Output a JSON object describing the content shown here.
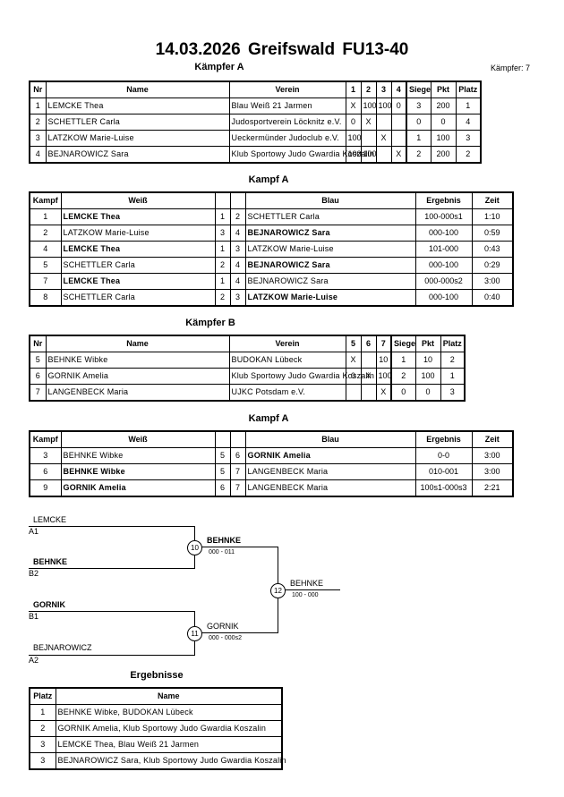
{
  "title": "14.03.2026  Greifswald   FU13-40",
  "pool_a": {
    "heading": "Kämpfer A",
    "count": "Kämpfer: 7",
    "headers": [
      "Nr",
      "Name",
      "Verein",
      "1",
      "2",
      "3",
      "4",
      "Siege",
      "Pkt",
      "Platz"
    ],
    "rows": [
      [
        "1",
        "LEMCKE Thea",
        "Blau Weiß 21 Jarmen",
        "X",
        "100",
        "100",
        "0",
        "3",
        "200",
        "1"
      ],
      [
        "2",
        "SCHETTLER Carla",
        "Judosportverein Löcknitz e.V.",
        "0",
        "X",
        "",
        "",
        "0",
        "0",
        "4"
      ],
      [
        "3",
        "LATZKOW Marie-Luise",
        "Ueckermünder Judoclub e.V.",
        "100",
        "",
        "X",
        "",
        "1",
        "100",
        "3"
      ],
      [
        "4",
        "BEJNAROWICZ  Sara",
        "Klub Sportowy Judo Gwardia Koszalin",
        "100",
        "100",
        "",
        "X",
        "2",
        "200",
        "2"
      ]
    ]
  },
  "fights_a": {
    "heading": "Kampf A",
    "headers": [
      "Kampf",
      "Weiß",
      "",
      "",
      "Blau",
      "Ergebnis",
      "Zeit"
    ],
    "rows": [
      {
        "n": "1",
        "w": "LEMCKE Thea",
        "wb": true,
        "wi": "1",
        "bi": "2",
        "b": "SCHETTLER Carla",
        "bb": false,
        "r": "100-000s1",
        "t": "1:10"
      },
      {
        "n": "2",
        "w": "LATZKOW Marie-Luise",
        "wb": false,
        "wi": "3",
        "bi": "4",
        "b": "BEJNAROWICZ  Sara",
        "bb": true,
        "r": "000-100",
        "t": "0:59"
      },
      {
        "n": "4",
        "w": "LEMCKE Thea",
        "wb": true,
        "wi": "1",
        "bi": "3",
        "b": "LATZKOW Marie-Luise",
        "bb": false,
        "r": "101-000",
        "t": "0:43"
      },
      {
        "n": "5",
        "w": "SCHETTLER Carla",
        "wb": false,
        "wi": "2",
        "bi": "4",
        "b": "BEJNAROWICZ  Sara",
        "bb": true,
        "r": "000-100",
        "t": "0:29"
      },
      {
        "n": "7",
        "w": "LEMCKE Thea",
        "wb": true,
        "wi": "1",
        "bi": "4",
        "b": "BEJNAROWICZ  Sara",
        "bb": false,
        "r": "000-000s2",
        "t": "3:00"
      },
      {
        "n": "8",
        "w": "SCHETTLER Carla",
        "wb": false,
        "wi": "2",
        "bi": "3",
        "b": "LATZKOW Marie-Luise",
        "bb": true,
        "r": "000-100",
        "t": "0:40"
      }
    ]
  },
  "pool_b": {
    "heading": "Kämpfer B",
    "headers": [
      "Nr",
      "Name",
      "Verein",
      "5",
      "6",
      "7",
      "Siege",
      "Pkt",
      "Platz"
    ],
    "rows": [
      [
        "5",
        "BEHNKE Wibke",
        "BUDOKAN Lübeck",
        "X",
        "",
        "10",
        "1",
        "10",
        "2"
      ],
      [
        "6",
        "GORNIK Amelia",
        "Klub Sportowy Judo Gwardia Koszalin",
        "0",
        "X",
        "100",
        "2",
        "100",
        "1"
      ],
      [
        "7",
        "LANGENBECK Maria",
        "UJKC Potsdam e.V.",
        "",
        "",
        "X",
        "0",
        "0",
        "3"
      ]
    ]
  },
  "fights_b": {
    "heading": "Kampf A",
    "headers": [
      "Kampf",
      "Weiß",
      "",
      "",
      "Blau",
      "Ergebnis",
      "Zeit"
    ],
    "rows": [
      {
        "n": "3",
        "w": "BEHNKE Wibke",
        "wb": false,
        "wi": "5",
        "bi": "6",
        "b": "GORNIK Amelia",
        "bb": true,
        "r": "0-0",
        "t": "3:00"
      },
      {
        "n": "6",
        "w": "BEHNKE Wibke",
        "wb": true,
        "wi": "5",
        "bi": "7",
        "b": "LANGENBECK Maria",
        "bb": false,
        "r": "010-001",
        "t": "3:00"
      },
      {
        "n": "9",
        "w": "GORNIK Amelia",
        "wb": true,
        "wi": "6",
        "bi": "7",
        "b": "LANGENBECK Maria",
        "bb": false,
        "r": "100s1-000s3",
        "t": "2:21"
      }
    ]
  },
  "bracket": {
    "a1_name": "LEMCKE",
    "a1_tag": "A1",
    "b2_name": "BEHNKE",
    "b2_tag": "B2",
    "b1_name": "GORNIK",
    "b1_tag": "B1",
    "a2_name": "BEJNAROWICZ",
    "a2_tag": "A2",
    "f10_num": "10",
    "f10_winner": "BEHNKE",
    "f10_score": "000 - 011",
    "f11_num": "11",
    "f11_winner": "GORNIK",
    "f11_score": "000 - 000s2",
    "f12_num": "12",
    "f12_winner": "BEHNKE",
    "f12_score": "100 - 000"
  },
  "results": {
    "heading": "Ergebnisse",
    "headers": [
      "Platz",
      "Name"
    ],
    "rows": [
      [
        "1",
        "BEHNKE Wibke, BUDOKAN Lübeck"
      ],
      [
        "2",
        "GORNIK Amelia, Klub Sportowy Judo Gwardia Koszalin"
      ],
      [
        "3",
        "LEMCKE Thea, Blau Weiß 21 Jarmen"
      ],
      [
        "3",
        "BEJNAROWICZ  Sara, Klub Sportowy Judo Gwardia Koszalin"
      ]
    ]
  }
}
